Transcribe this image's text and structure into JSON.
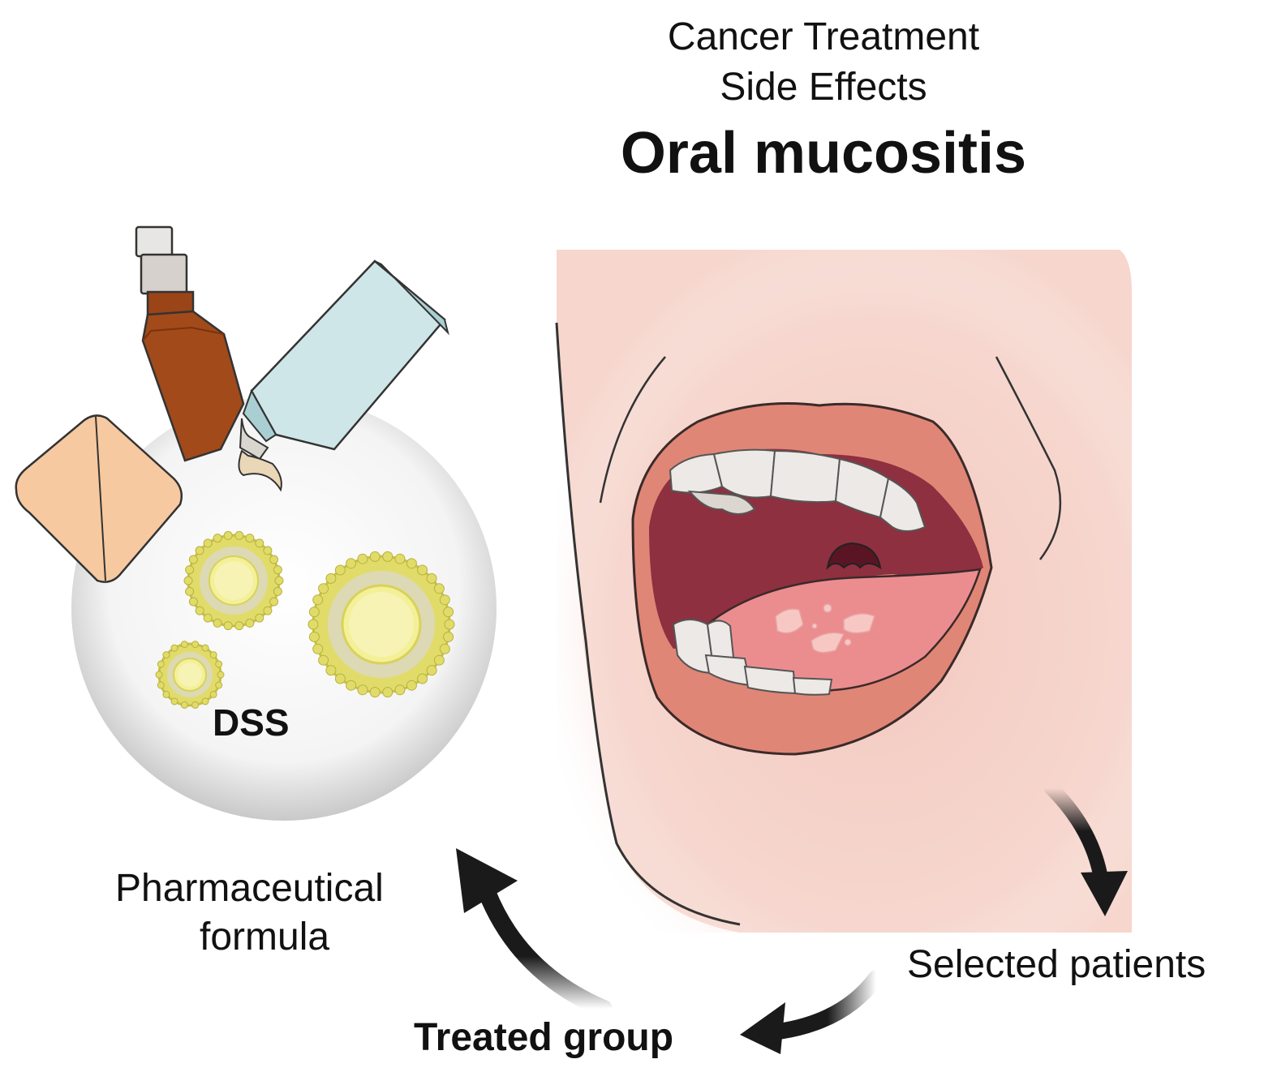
{
  "header": {
    "line1": "Cancer Treatment",
    "line2": "Side Effects",
    "title": "Oral mucositis"
  },
  "labels": {
    "dss": "DSS",
    "pharma_line1": "Pharmaceutical",
    "pharma_line2": "formula",
    "selected_patients": "Selected patients",
    "treated_group": "Treated group"
  },
  "colors": {
    "skin": "#f4cfc6",
    "lip": "#e08676",
    "mouth_interior": "#8e3040",
    "tongue": "#eb8d8f",
    "tooth": "#ece9e6",
    "bottle": "#a24a1a",
    "tube": "#cfe6e8",
    "liposome": "#e1dc6a",
    "sachet": "#f7c9a0",
    "arrow": "#1a1a1a"
  }
}
